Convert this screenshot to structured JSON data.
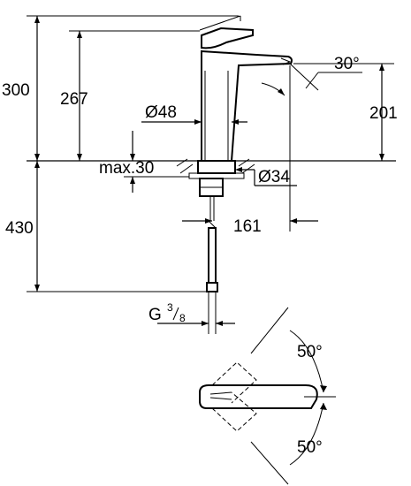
{
  "dimensions": {
    "total_height": "300",
    "spout_height": "267",
    "base_diameter": "Ø48",
    "max_deck": "max.30",
    "hole_diameter": "Ø34",
    "spout_angle": "30°",
    "outlet_height": "201",
    "below_deck": "430",
    "spout_reach": "161",
    "connection_g": "G",
    "connection_num": "3",
    "connection_den": "8",
    "rotation_upper": "50°",
    "rotation_lower": "50°"
  }
}
